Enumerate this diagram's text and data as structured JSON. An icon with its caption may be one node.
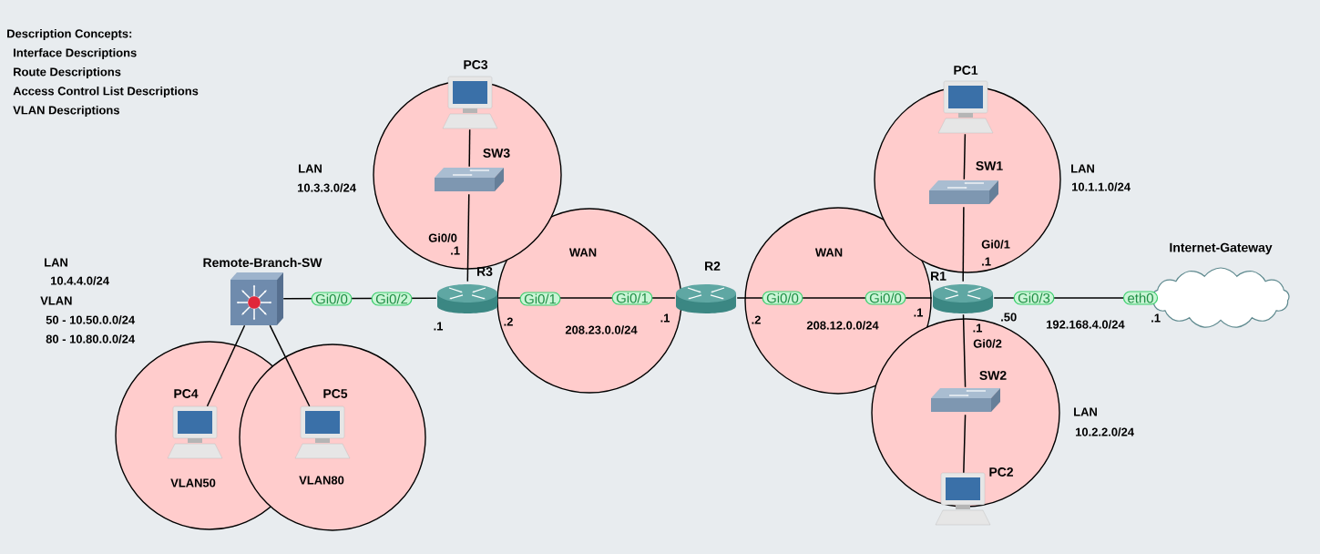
{
  "diagram": {
    "nodes": [
      {
        "text": [],
        "shape": "circle"
      },
      {
        "text": [
          "PC3"
        ]
      },
      {
        "text": [
          "SW3"
        ],
        "in": 0
      },
      {
        "text": [
          "Remote-Branch-SW"
        ]
      },
      {
        "text": [
          "R3"
        ]
      },
      {
        "text": [
          "R2"
        ]
      },
      {
        "text": [],
        "shape": "circle"
      },
      {
        "text": [
          "PC1"
        ]
      },
      {
        "text": [
          "SW1"
        ],
        "in": 6
      },
      {
        "text": [
          "R1"
        ]
      },
      {
        "text": [
          "Internet-Gateway"
        ]
      },
      {
        "text": [],
        "shape": "circle"
      },
      {
        "text": [
          "SW2"
        ],
        "in": 11
      },
      {
        "text": [
          "PC2"
        ]
      },
      {
        "text": [
          "VLAN50"
        ]
      },
      {
        "text": [
          "PC4"
        ],
        "in": 14
      },
      {
        "text": [
          "VLAN80"
        ]
      },
      {
        "text": [
          "PC5"
        ],
        "in": 16
      }
    ],
    "edges": [
      {
        "from": 1,
        "to": 2,
        "arrow": "none"
      },
      {
        "from": 2,
        "to": 4,
        "arrow": "none"
      },
      {
        "from": 3,
        "to": 4,
        "arrow": "none"
      },
      {
        "from": 4,
        "to": 5,
        "arrow": "none"
      },
      {
        "from": 5,
        "to": 9,
        "arrow": "none"
      },
      {
        "from": 7,
        "to": 8,
        "arrow": "none"
      },
      {
        "from": 8,
        "to": 9,
        "arrow": "none"
      },
      {
        "from": 9,
        "to": 10,
        "arrow": "none"
      },
      {
        "from": 9,
        "to": 12,
        "arrow": "none"
      },
      {
        "from": 12,
        "to": 13,
        "arrow": "none"
      },
      {
        "from": 3,
        "to": 15,
        "arrow": "none"
      },
      {
        "from": 3,
        "to": 17,
        "arrow": "none"
      }
    ],
    "labels": [
      "Description Concepts:",
      "Interface Descriptions",
      "Route Descriptions",
      "Access Control List Descriptions",
      "VLAN Descriptions",
      "LAN",
      "10.3.3.0/24",
      "Gi0/0",
      ".1",
      "LAN",
      "10.4.4.0/24",
      "VLAN",
      "50 - 10.50.0.0/24",
      "80 - 10.80.0.0/24",
      "Gi0/0",
      "Gi0/2",
      ".1",
      "Gi0/1",
      ".2",
      "Gi0/1",
      ".1",
      "Gi0/0",
      ".2",
      "Gi0/0",
      ".1",
      "LAN",
      "10.1.1.0/24",
      "Gi0/1",
      ".1",
      "Gi0/3",
      ".50",
      "192.168.4.0/24",
      "eth0",
      ".1",
      ".1",
      "Gi0/2",
      "LAN",
      "10.2.2.0/24",
      "WAN",
      "208.23.0.0/24",
      "WAN",
      "208.12.0.0/24"
    ]
  }
}
